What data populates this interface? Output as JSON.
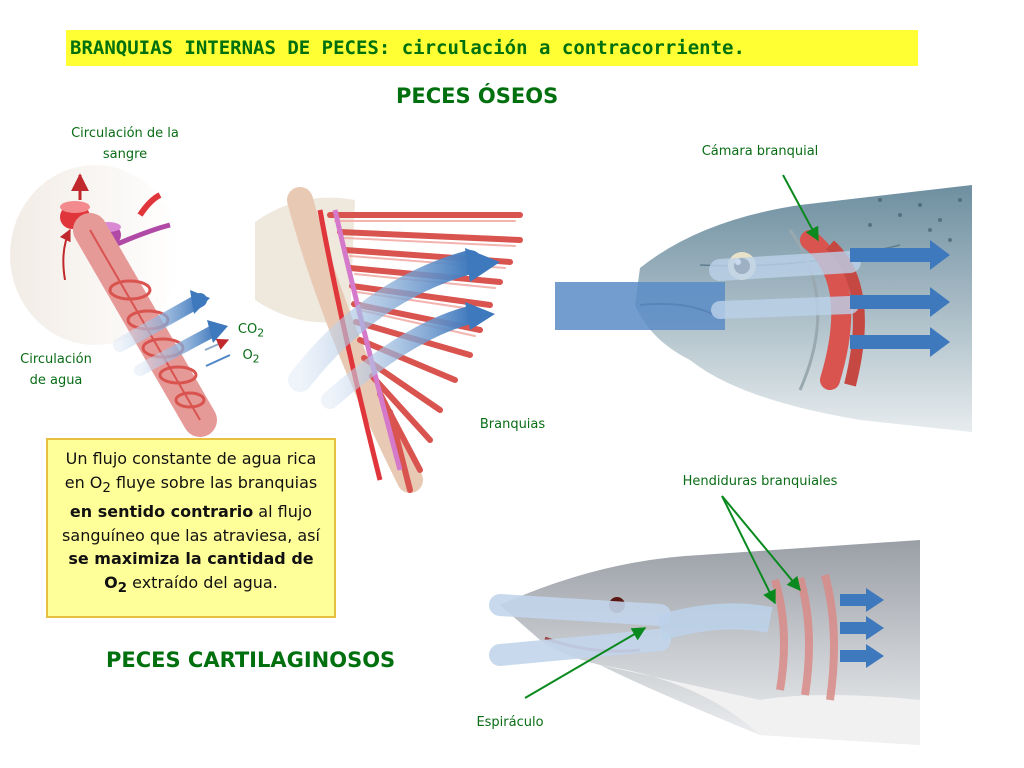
{
  "title": "BRANQUIAS INTERNAS DE PECES: circulación a contracorriente.",
  "headings": {
    "bony": "PECES ÓSEOS",
    "cartilaginous": "PECES CARTILAGINOSOS"
  },
  "labels": {
    "blood_circulation_1": "Circulación de la",
    "blood_circulation_2": "sangre",
    "water_circulation_1": "Circulación",
    "water_circulation_2": "de agua",
    "co2_base": "CO",
    "co2_sub": "2",
    "o2_base": "O",
    "o2_sub": "2",
    "gill_chamber": "Cámara branquial",
    "gills": "Branquias",
    "gill_slits": "Hendiduras branquiales",
    "spiracle": "Espiráculo"
  },
  "info_box": {
    "t1": "Un flujo constante de agua rica en O",
    "t1_sub": "2",
    "t2": " fluye sobre las branquias ",
    "b1": "en sentido contrario",
    "t3": " al flujo sanguíneo que las atraviesa, así ",
    "b2": "se maximiza la cantidad de O",
    "b2_sub": "2",
    "t4": " extraído del agua."
  },
  "colors": {
    "title_background": "#ffff33",
    "heading_text": "#00700e",
    "label_text": "#0a6d16",
    "info_background": "#ffff9a",
    "annotation_arrow": "#0a8a1e",
    "gill_red": "#d9534f",
    "water_arrow_blue": "#4f86c6"
  },
  "icons": [
    "annotation-arrow",
    "water-flow-arrow",
    "blood-flow-arrow"
  ]
}
